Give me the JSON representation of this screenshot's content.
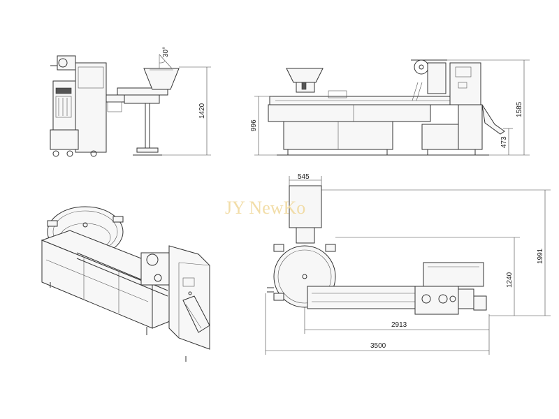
{
  "watermark": "JY NewKo",
  "dimensions": {
    "front_angle_label": "30°",
    "front_height": "1420",
    "side_height_left": "996",
    "side_height_right": "1585",
    "side_discharge_height": "473",
    "top_hopper_width": "545",
    "top_total_depth": "1991",
    "top_mid_depth": "1240",
    "top_mid_length": "2913",
    "top_total_length": "3500"
  },
  "views": [
    "front-view",
    "side-view",
    "isometric-view",
    "top-view"
  ]
}
